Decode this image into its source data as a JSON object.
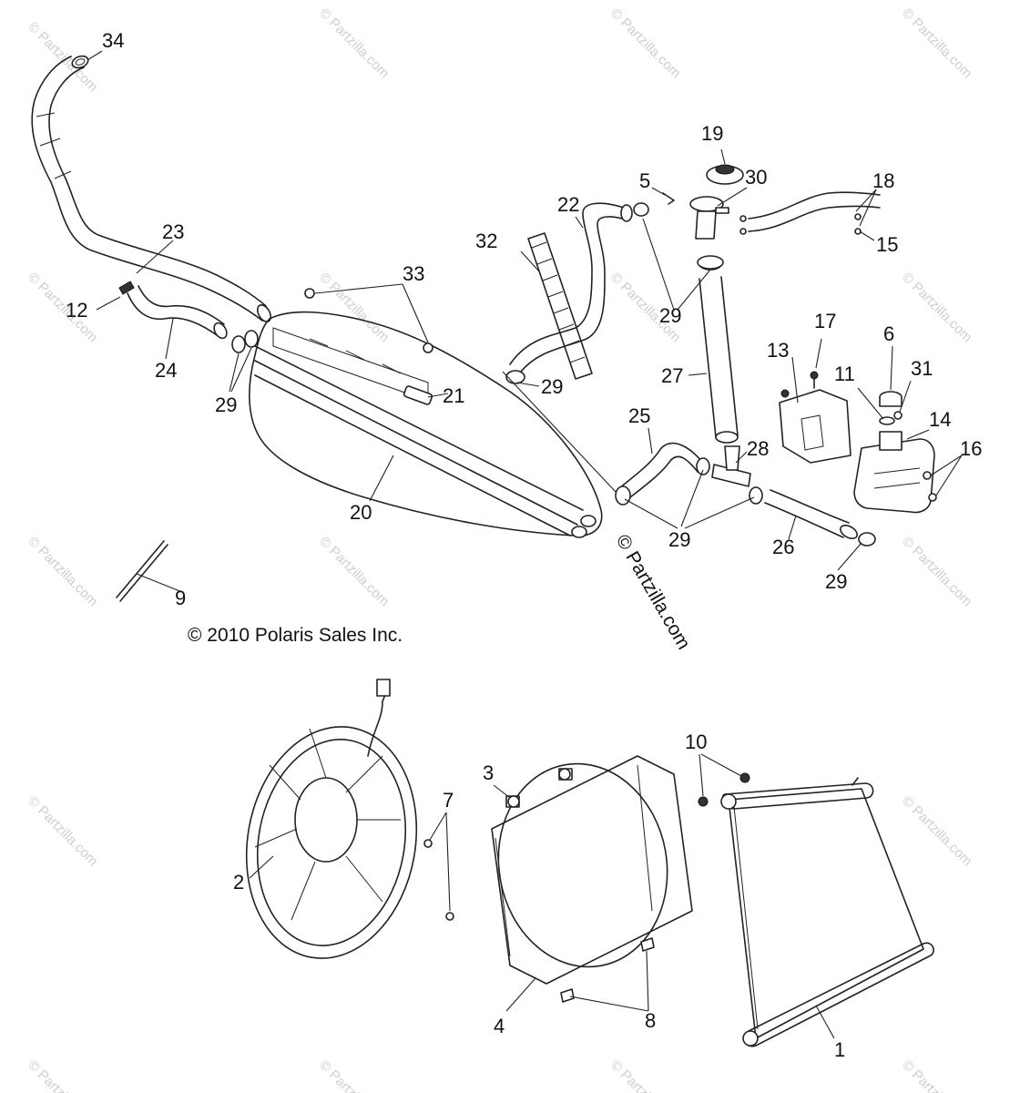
{
  "callouts": [
    {
      "id": "1",
      "label": "1"
    },
    {
      "id": "2",
      "label": "2"
    },
    {
      "id": "3",
      "label": "3"
    },
    {
      "id": "4",
      "label": "4"
    },
    {
      "id": "5",
      "label": "5"
    },
    {
      "id": "6",
      "label": "6"
    },
    {
      "id": "7",
      "label": "7"
    },
    {
      "id": "8",
      "label": "8"
    },
    {
      "id": "9",
      "label": "9"
    },
    {
      "id": "10",
      "label": "10"
    },
    {
      "id": "11",
      "label": "11"
    },
    {
      "id": "12",
      "label": "12"
    },
    {
      "id": "13",
      "label": "13"
    },
    {
      "id": "14",
      "label": "14"
    },
    {
      "id": "15",
      "label": "15"
    },
    {
      "id": "16",
      "label": "16"
    },
    {
      "id": "17",
      "label": "17"
    },
    {
      "id": "18",
      "label": "18"
    },
    {
      "id": "19",
      "label": "19"
    },
    {
      "id": "20",
      "label": "20"
    },
    {
      "id": "21",
      "label": "21"
    },
    {
      "id": "22",
      "label": "22"
    },
    {
      "id": "23",
      "label": "23"
    },
    {
      "id": "24",
      "label": "24"
    },
    {
      "id": "25",
      "label": "25"
    },
    {
      "id": "26",
      "label": "26"
    },
    {
      "id": "27",
      "label": "27"
    },
    {
      "id": "28",
      "label": "28"
    },
    {
      "id": "29",
      "label": "29"
    },
    {
      "id": "30",
      "label": "30"
    },
    {
      "id": "31",
      "label": "31"
    },
    {
      "id": "32",
      "label": "32"
    },
    {
      "id": "33",
      "label": "33"
    },
    {
      "id": "34",
      "label": "34"
    }
  ],
  "copyright": "© 2010 Polaris Sales Inc.",
  "center_watermark": "© Partzilla.com",
  "watermark": "© Partzilla.com"
}
